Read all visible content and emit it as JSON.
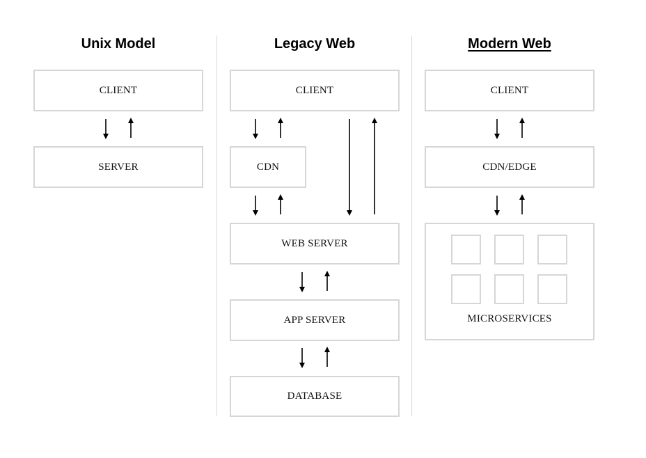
{
  "columns": [
    {
      "title": "Unix Model",
      "boxes": [
        "CLIENT",
        "SERVER"
      ]
    },
    {
      "title": "Legacy Web",
      "boxes": [
        "CLIENT",
        "CDN",
        "WEB SERVER",
        "APP SERVER",
        "DATABASE"
      ]
    },
    {
      "title": "Modern Web",
      "boxes": [
        "CLIENT",
        "CDN/EDGE"
      ],
      "group_label": "MICROSERVICES"
    }
  ]
}
